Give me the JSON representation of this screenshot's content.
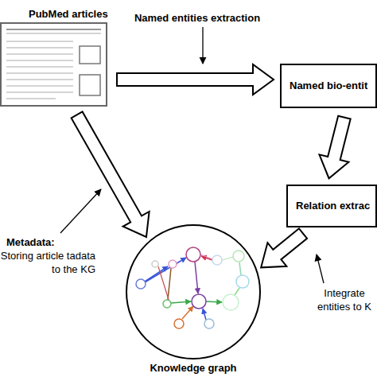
{
  "diagram": {
    "nodes": [
      {
        "text": [
          "PubMed articles"
        ]
      },
      {
        "text": [
          "Named bio-entit"
        ]
      },
      {
        "text": [
          "Relation extrac"
        ]
      },
      {
        "text": [
          "Knowledge graph"
        ]
      }
    ],
    "edges": [
      {
        "from": 0,
        "to": 1,
        "arrow": "to",
        "label": "Named entities extraction"
      },
      {
        "from": 1,
        "to": 2,
        "arrow": "to"
      },
      {
        "from": 2,
        "to": 3,
        "arrow": "to",
        "label": "Integrate entities to K"
      },
      {
        "from": 0,
        "to": 3,
        "arrow": "to",
        "label": "Storing article tadata to the KG"
      }
    ],
    "labels": [
      "Metadata:"
    ]
  }
}
